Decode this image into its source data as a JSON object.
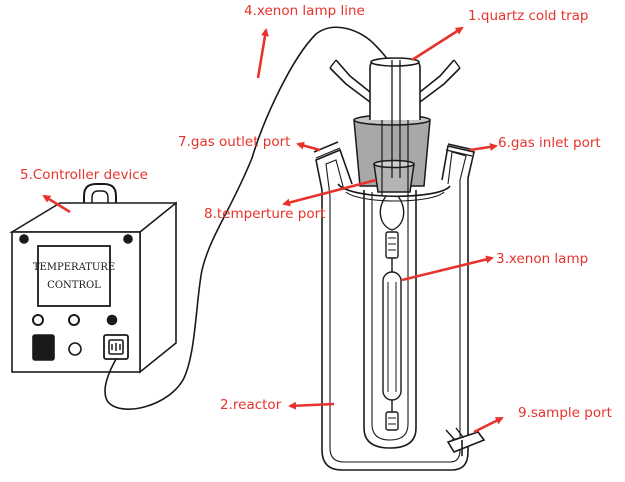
{
  "labels": {
    "quartz_cold_trap": "1.quartz cold trap",
    "reactor": "2.reactor",
    "xenon_lamp": "3.xenon lamp",
    "xenon_lamp_line": "4.xenon lamp line",
    "controller_device": "5.Controller device",
    "gas_inlet_port": "6.gas inlet port",
    "gas_outlet_port": "7.gas outlet port",
    "temperature_port": "8.temperture port",
    "sample_port": "9.sample port"
  },
  "controller_screen": {
    "line1": "TEMPERATURE",
    "line2": "CONTROL"
  },
  "colors": {
    "label": "#e8332c",
    "arrow": "#e8332c",
    "outline": "#1a1a1a",
    "stopper": "#a8a8a8"
  }
}
